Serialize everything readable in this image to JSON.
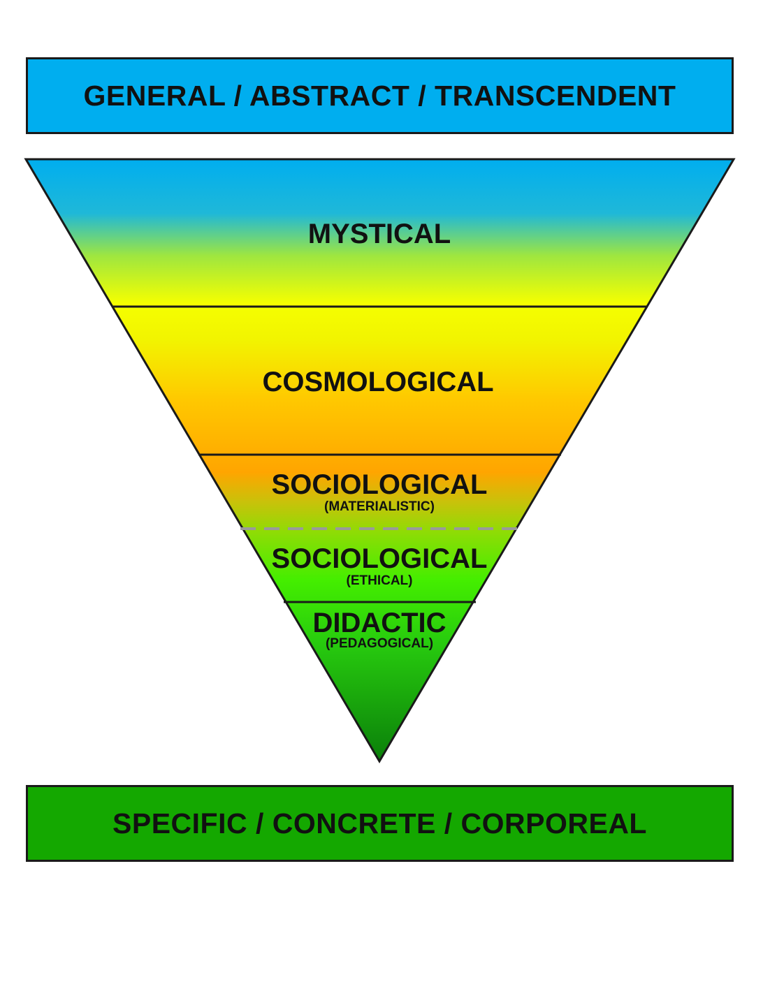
{
  "header": {
    "label": "GENERAL / ABSTRACT / TRANSCENDENT",
    "color": "#00aeef"
  },
  "footer": {
    "label": "SPECIFIC / CONCRETE / CORPOREAL",
    "color": "#14a800"
  },
  "layers": [
    {
      "title": "MYSTICAL",
      "subtitle": ""
    },
    {
      "title": "COSMOLOGICAL",
      "subtitle": ""
    },
    {
      "title": "SOCIOLOGICAL",
      "subtitle": "(MATERIALISTIC)"
    },
    {
      "title": "SOCIOLOGICAL",
      "subtitle": "(ETHICAL)"
    },
    {
      "title": "DIDACTIC",
      "subtitle": "(PEDAGOGICAL)"
    }
  ],
  "gradient_colors": [
    "#00aeef",
    "#f5ff00",
    "#ffa500",
    "#44ee00",
    "#0a7f0a"
  ]
}
